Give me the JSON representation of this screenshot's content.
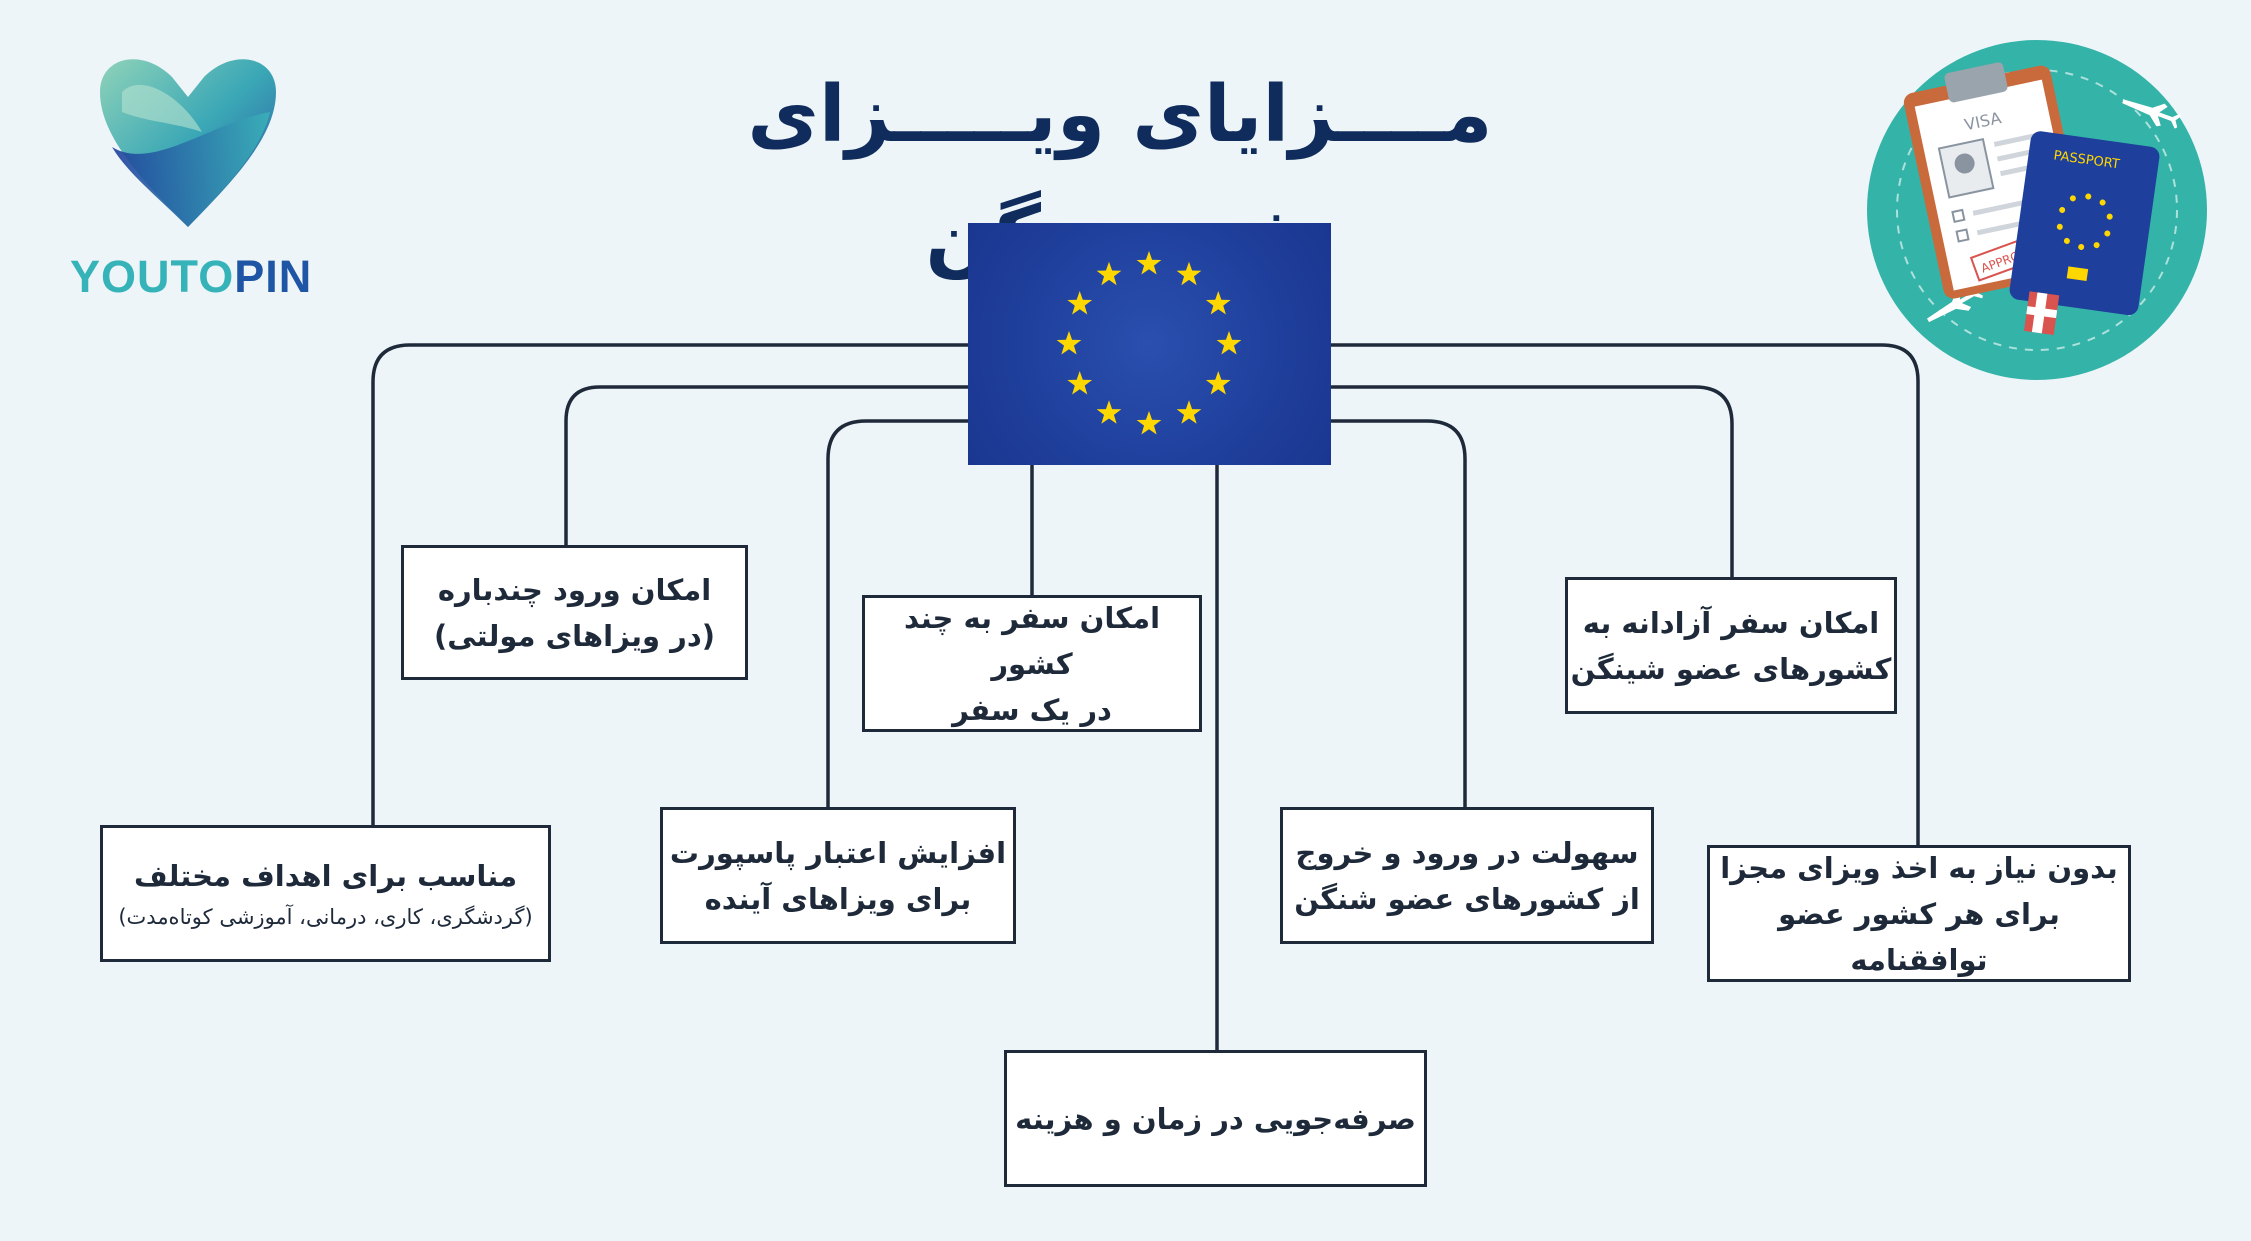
{
  "title": "مــــزایای ویـــــزای شیـــــنگن",
  "brand": {
    "part1": "YOUTO",
    "part2": "PIN",
    "logo_icon": "heart-logo-icon"
  },
  "illustration": {
    "visa_label": "VISA",
    "stamp_label": "APPROVED",
    "passport_label": "PASSPORT"
  },
  "central_node": {
    "icon": "eu-flag-icon"
  },
  "benefits": [
    {
      "line1": "امکان ورود چندباره",
      "line2": "(در ویزاهای مولتی)"
    },
    {
      "line1": "امکان سفر به چند کشور",
      "line2": "در یک سفر"
    },
    {
      "line1": "امکان سفر آزادانه به",
      "line2": "کشورهای عضو شینگن"
    },
    {
      "line1": "مناسب برای اهداف مختلف",
      "line2": "(گردشگری، کاری، درمانی، آموزشی کوتاه‌مدت)"
    },
    {
      "line1": "افزایش اعتبار پاسپورت",
      "line2": "برای ویزاهای آینده"
    },
    {
      "line1": "سهولت در ورود و خروج",
      "line2": "از کشورهای عضو شنگن"
    },
    {
      "line1": "بدون نیاز به اخذ ویزای مجزا",
      "line2": "برای هر کشور عضو توافقنامه"
    },
    {
      "line1": "صرفه‌جویی در زمان و هزینه"
    }
  ],
  "colors": {
    "background": "#eef5f8",
    "title": "#0f2c5c",
    "flag_blue": "#1f3f9c",
    "star_yellow": "#ffd700",
    "line": "#1e2a3a",
    "teal": "#34b3a8"
  }
}
